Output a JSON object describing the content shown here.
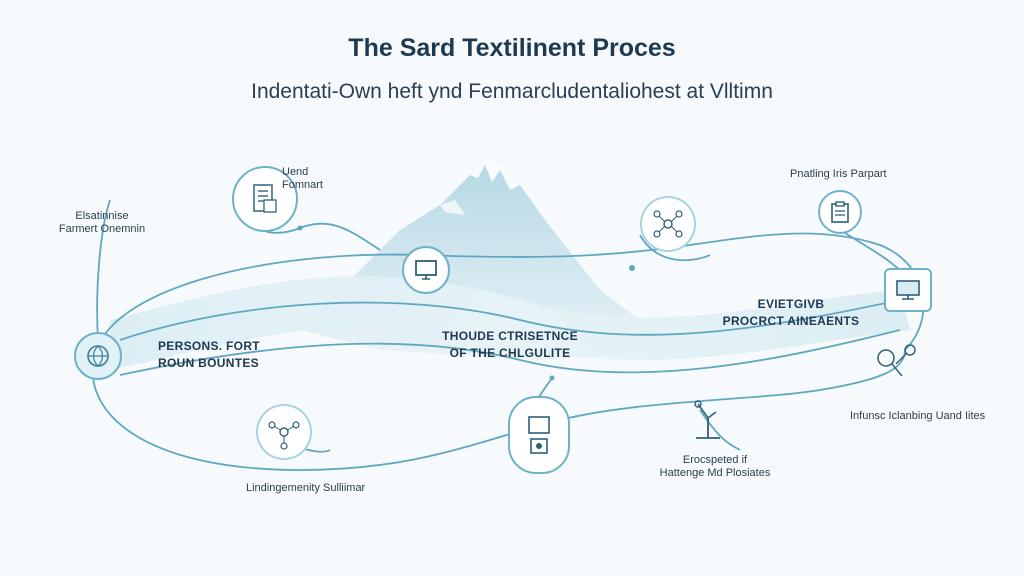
{
  "title": "The Sard Textilinent Proces",
  "subtitle": "Indentati-Own heft ynd Fenmarcludentaliohest at Vlltimn",
  "labels": {
    "top_left_node": [
      "Uend",
      "Fomnart"
    ],
    "left_top": [
      "Elsatinnise",
      "Farmert Onemnin"
    ],
    "top_right_node": "Pnatling Iris Parpart",
    "right_mid": "Infunsc Iclanbing Uand Iites",
    "bottom_left": "Lindingemenity Sulliimar",
    "bottom_center_right": [
      "Erocspeted if",
      "Hattenge Md Plosiates"
    ]
  },
  "banners": {
    "left": [
      "PERSONS. FORT",
      "ROUN BOUNTES"
    ],
    "center": [
      "THOUDE CTRISETNCE",
      "OF THE CHLGULITE"
    ],
    "right": [
      "EVIETGIVB",
      "PROCRCT AINEAENTS"
    ]
  },
  "icons": {
    "left_node": "globe-icon",
    "top_left_node": "document-icon",
    "mid_left_node": "monitor-icon",
    "top_center_cluster": "network-icon",
    "top_right_node": "clipboard-icon",
    "right_node": "computer-icon",
    "right_small": "tools-icon",
    "bottom_left_cluster": "network-icon",
    "bottom_center_node": "device-icon",
    "bottom_right_small": "lamp-icon"
  },
  "colors": {
    "line": "#5fa8c0",
    "band": "#cfe7ef",
    "mountain": "#bcdde9",
    "title": "#1e3a52"
  }
}
